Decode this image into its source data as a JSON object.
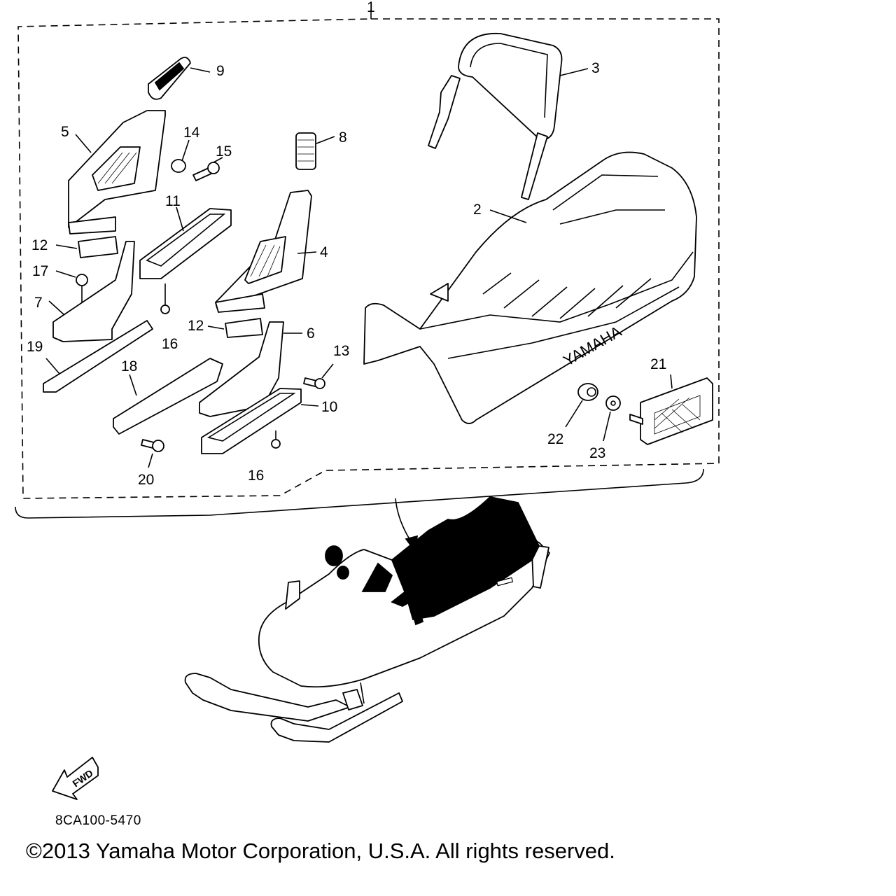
{
  "diagram": {
    "callouts": [
      {
        "id": "c1",
        "label": "1"
      },
      {
        "id": "c2",
        "label": "2"
      },
      {
        "id": "c3",
        "label": "3"
      },
      {
        "id": "c4",
        "label": "4"
      },
      {
        "id": "c5",
        "label": "5"
      },
      {
        "id": "c6",
        "label": "6"
      },
      {
        "id": "c7",
        "label": "7"
      },
      {
        "id": "c8",
        "label": "8"
      },
      {
        "id": "c9",
        "label": "9"
      },
      {
        "id": "c10",
        "label": "10"
      },
      {
        "id": "c11",
        "label": "11"
      },
      {
        "id": "c12a",
        "label": "12"
      },
      {
        "id": "c12b",
        "label": "12"
      },
      {
        "id": "c13",
        "label": "13"
      },
      {
        "id": "c14",
        "label": "14"
      },
      {
        "id": "c15",
        "label": "15"
      },
      {
        "id": "c16a",
        "label": "16"
      },
      {
        "id": "c16b",
        "label": "16"
      },
      {
        "id": "c17",
        "label": "17"
      },
      {
        "id": "c18",
        "label": "18"
      },
      {
        "id": "c19",
        "label": "19"
      },
      {
        "id": "c20",
        "label": "20"
      },
      {
        "id": "c21",
        "label": "21"
      },
      {
        "id": "c22",
        "label": "22"
      },
      {
        "id": "c23",
        "label": "23"
      }
    ],
    "seat_brand": "YAMAHA",
    "fwd_label": "FWD",
    "code": "8CA100-5470"
  },
  "footer": {
    "copyright": "©2013 Yamaha Motor Corporation, U.S.A. All rights reserved."
  }
}
